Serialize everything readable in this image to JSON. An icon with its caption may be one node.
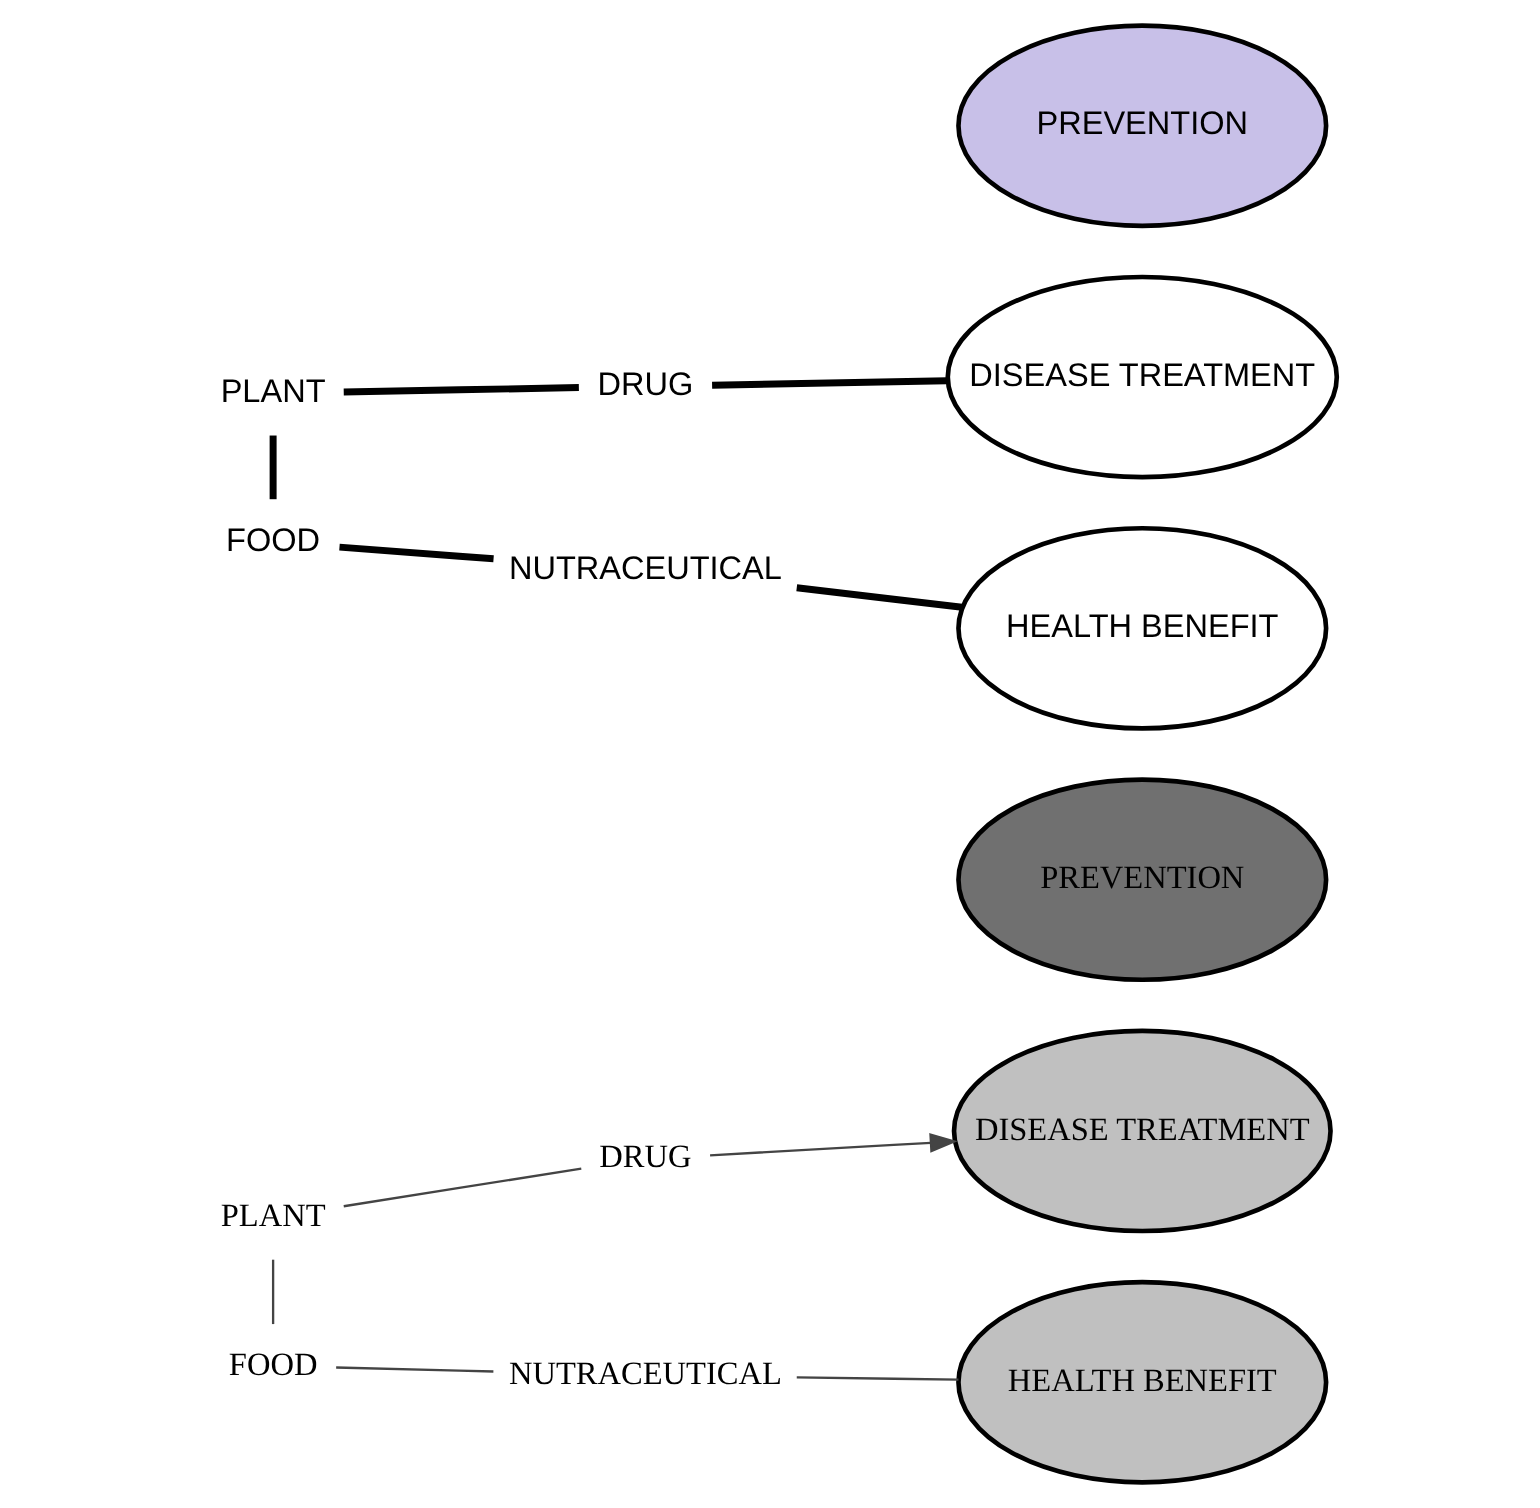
{
  "diagram": {
    "nodes": [
      {
        "text": [
          "PLANT"
        ]
      },
      {
        "text": [
          "DRUG"
        ]
      },
      {
        "text": [
          "DISEASE TREATMENT"
        ]
      },
      {
        "text": [
          "PREVENTION"
        ]
      },
      {
        "text": [
          "HEALTH BENEFIT"
        ]
      },
      {
        "text": [
          "FOOD"
        ]
      },
      {
        "text": [
          "NUTRACEUTICAL"
        ]
      },
      {
        "text": [
          "PLANT"
        ]
      },
      {
        "text": [
          "DRUG"
        ]
      },
      {
        "text": [
          "DISEASE TREATMENT"
        ]
      },
      {
        "text": [
          "PREVENTION"
        ]
      },
      {
        "text": [
          "HEALTH BENEFIT"
        ]
      },
      {
        "text": [
          "FOOD"
        ]
      },
      {
        "text": [
          "NUTRACEUTICAL"
        ]
      }
    ],
    "edges": [
      {
        "from": 0,
        "to": 1,
        "arrow": "none"
      },
      {
        "from": 1,
        "to": 2,
        "arrow": "to"
      },
      {
        "from": 0,
        "to": 5,
        "arrow": "none"
      },
      {
        "from": 5,
        "to": 6,
        "arrow": "none"
      },
      {
        "from": 6,
        "to": 4,
        "arrow": "none"
      },
      {
        "from": 7,
        "to": 8,
        "arrow": "none",
        "style": "thick"
      },
      {
        "from": 8,
        "to": 9,
        "arrow": "none",
        "style": "thick"
      },
      {
        "from": 7,
        "to": 12,
        "arrow": "none",
        "style": "thick"
      },
      {
        "from": 12,
        "to": 13,
        "arrow": "none",
        "style": "thick"
      },
      {
        "from": 13,
        "to": 11,
        "arrow": "none",
        "style": "thick"
      }
    ]
  }
}
